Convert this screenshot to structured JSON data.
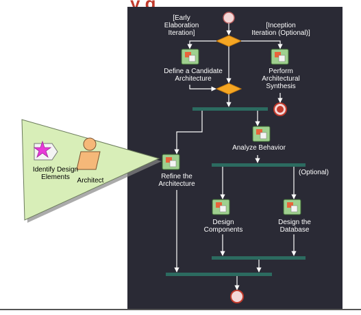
{
  "header": {
    "title_fragment": "y   g"
  },
  "colors": {
    "canvas": "#2a2a35",
    "bar": "#2c6b60",
    "callout": "#d8eeb8",
    "node_fill": "#9fd08f",
    "start": "#f3d7d7",
    "actor": "#f5b879"
  },
  "left_panel": {
    "identify_label": "Identify Design\nElements",
    "architect_label": "Architect"
  },
  "guards": {
    "early": "[Early\nElaboration\nIteration]",
    "inception": "[Inception\nIteration (Optional)]",
    "optional": "(Optional)"
  },
  "activities": {
    "define": "Define a Candidate\nArchitecture",
    "synthesis": "Perform\nArchitectural\nSynthesis",
    "analyze": "Analyze Behavior",
    "refine": "Refine the\nArchitecture",
    "components": "Design\nComponents",
    "database": "Design the\nDatabase"
  },
  "icons": [
    "star-icon",
    "activity-icon",
    "actor-icon"
  ]
}
